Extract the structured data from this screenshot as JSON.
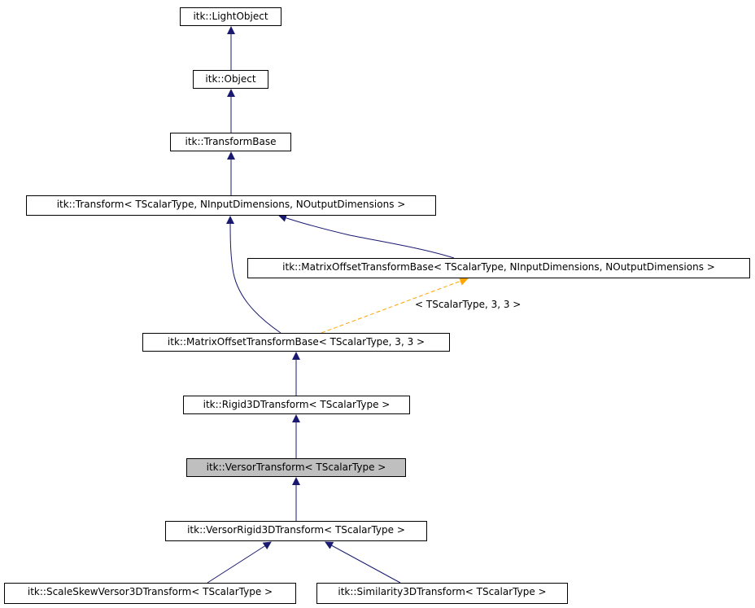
{
  "nodes": {
    "light_object": "itk::LightObject",
    "object": "itk::Object",
    "transform_base": "itk::TransformBase",
    "transform": "itk::Transform< TScalarType, NInputDimensions, NOutputDimensions >",
    "matrix_offset_generic": "itk::MatrixOffsetTransformBase< TScalarType, NInputDimensions, NOutputDimensions >",
    "matrix_offset_333": "itk::MatrixOffsetTransformBase< TScalarType, 3, 3 >",
    "rigid3d": "itk::Rigid3DTransform< TScalarType >",
    "versor": "itk::VersorTransform< TScalarType >",
    "versor_rigid3d": "itk::VersorRigid3DTransform< TScalarType >",
    "scale_skew_versor3d": "itk::ScaleSkewVersor3DTransform< TScalarType >",
    "similarity3d": "itk::Similarity3DTransform< TScalarType >"
  },
  "edge_labels": {
    "template_instantiation": "< TScalarType, 3, 3 >"
  },
  "colors": {
    "inheritance_edge": "#191970",
    "template_edge": "#ffa500",
    "current_node_fill": "#bfbfbf",
    "node_border": "#000000"
  }
}
